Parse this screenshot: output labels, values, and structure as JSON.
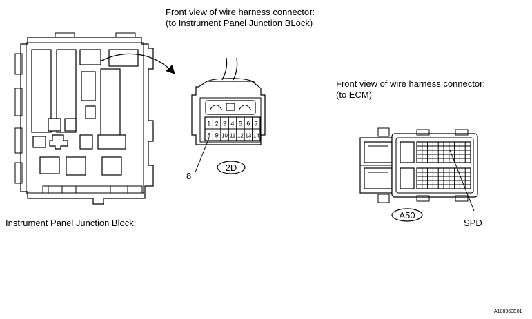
{
  "labels": {
    "caption_jb_line1": "Front view of wire harness connector:",
    "caption_jb_line2": "(to Instrument Panel Junction BLock)",
    "caption_ecm_line1": "Front view of wire harness connector:",
    "caption_ecm_line2": "(to ECM)",
    "junction_block_label": "Instrument Panel Junction Block:",
    "connector_2d_id": "2D",
    "connector_a50_id": "A50",
    "pin_callout": "8",
    "spd_callout": "SPD",
    "figure_code": "A188360E01"
  },
  "connector_2d": {
    "row1": [
      "1",
      "2",
      "3",
      "4",
      "5",
      "6",
      "7"
    ],
    "row2": [
      "8",
      "9",
      "10",
      "11",
      "12",
      "13",
      "14"
    ]
  },
  "colors": {
    "line": "#000000",
    "background": "#ffffff"
  }
}
